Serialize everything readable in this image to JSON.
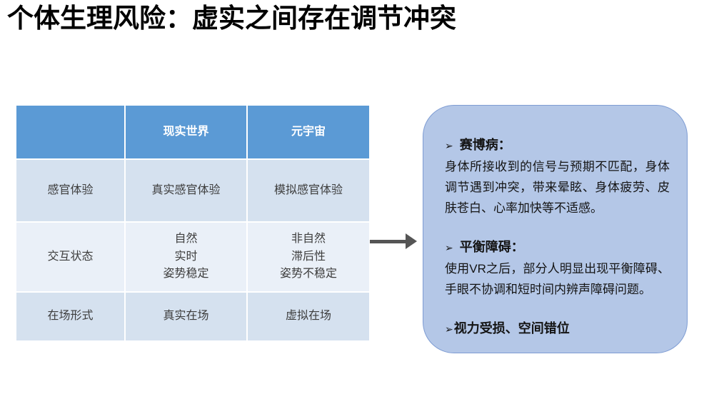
{
  "slide": {
    "title": "个体生理风险：虚实之间存在调节冲突"
  },
  "table": {
    "header": [
      "",
      "现实世界",
      "元宇宙"
    ],
    "rows": [
      {
        "cells": [
          "感官体验",
          "真实感官体验",
          "模拟感官体验"
        ]
      },
      {
        "cells": [
          "交互状态",
          "自然\n实时\n姿势稳定",
          "非自然\n滞后性\n姿势不稳定"
        ]
      },
      {
        "cells": [
          "在场形式",
          "真实在场",
          "虚拟在场"
        ]
      }
    ]
  },
  "callout": {
    "sections": [
      {
        "bullet": "➢",
        "heading": "赛博病：",
        "body": "身体所接收到的信号与预期不匹配，身体调节遇到冲突，带来晕眩、身体疲劳、皮肤苍白、心率加快等不适感。"
      },
      {
        "bullet": "➢",
        "heading": "平衡障碍：",
        "body": "使用VR之后，部分人明显出现平衡障碍、手眼不协调和短时间内辨声障碍问题。"
      },
      {
        "bullet": "➢",
        "heading": "视力受损、空间错位",
        "body": ""
      }
    ]
  },
  "colors": {
    "table_header_bg": "#5B9AD5",
    "table_header_text": "#FFFFFF",
    "table_band_dark": "#D5E1EF",
    "table_band_light": "#EAF0F8",
    "callout_bg": "#B4C7E7",
    "callout_border": "#7E9CD3",
    "arrow": "#555555",
    "title_text": "#000000"
  }
}
